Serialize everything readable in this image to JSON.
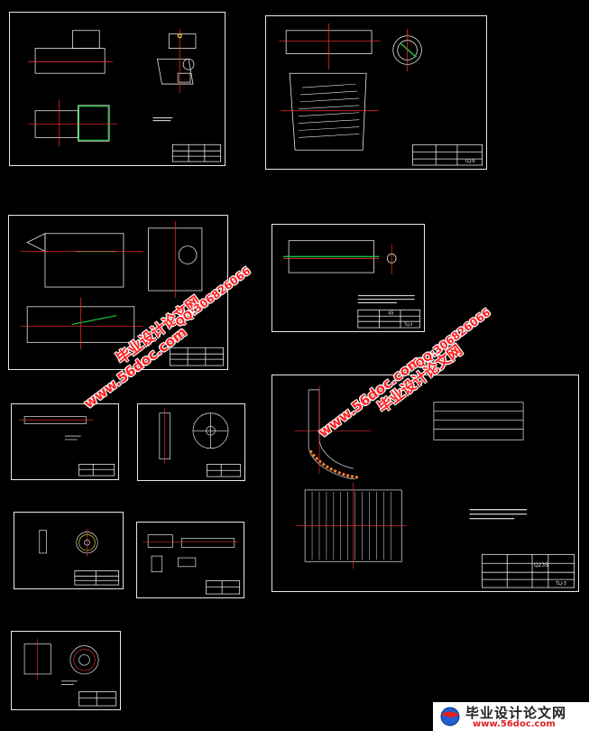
{
  "sheets": [
    {
      "id": "sheet-1",
      "title_code": ""
    },
    {
      "id": "sheet-2",
      "title_code": "TLJ-6"
    },
    {
      "id": "sheet-3",
      "title_code": ""
    },
    {
      "id": "sheet-4",
      "title_code": "TLJ-4",
      "title_block_label": "45"
    },
    {
      "id": "sheet-5",
      "title_code": ""
    },
    {
      "id": "sheet-6",
      "title_code": ""
    },
    {
      "id": "sheet-7",
      "title_code": ""
    },
    {
      "id": "sheet-8",
      "title_code": ""
    },
    {
      "id": "sheet-9",
      "title_code": ""
    },
    {
      "id": "sheet-10",
      "title_code": "TLJ-3",
      "title_block_label": "Q235"
    }
  ],
  "watermarks": {
    "site_url": "www.56doc.com",
    "site_name": "毕业设计论文网",
    "qq": "QQ:306826066"
  },
  "footer": {
    "brand": "毕业设计论文网",
    "url": "www.56doc.com"
  }
}
